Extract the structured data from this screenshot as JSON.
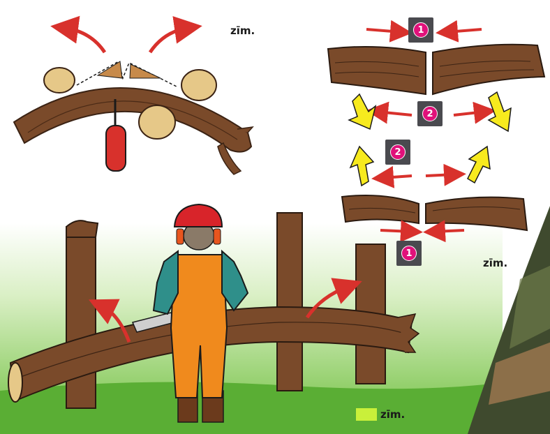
{
  "labels": {
    "top_right_zim": "zīm.",
    "mid_right_zim": "zīm.",
    "bottom_zim": "zīm."
  },
  "badges": {
    "top_1": "1",
    "upper_2": "2",
    "lower_2": "2",
    "bottom_1": "1"
  },
  "colors": {
    "wood": "#7a4a2a",
    "arrow_red": "#d8312c",
    "arrow_yellow": "#f7ea1e",
    "badge_bg": "#4a4a4f",
    "badge_dot": "#e0117a",
    "grass": "#7cc24a",
    "helmet": "#d8242a",
    "overalls": "#f08a1d",
    "shirt": "#2f8f8a",
    "swatch": "#c9f03a"
  }
}
